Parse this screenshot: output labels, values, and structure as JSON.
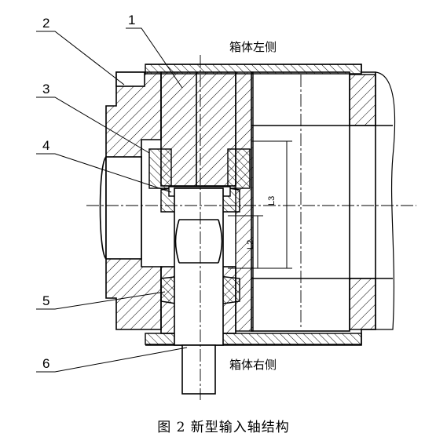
{
  "labels": {
    "top": "箱体左侧",
    "bottom": "箱体右侧"
  },
  "callouts": [
    "1",
    "2",
    "3",
    "4",
    "5",
    "6"
  ],
  "dimensions": {
    "d1": "L3",
    "d2": "L2"
  },
  "caption": "图 2  新型输入轴结构"
}
